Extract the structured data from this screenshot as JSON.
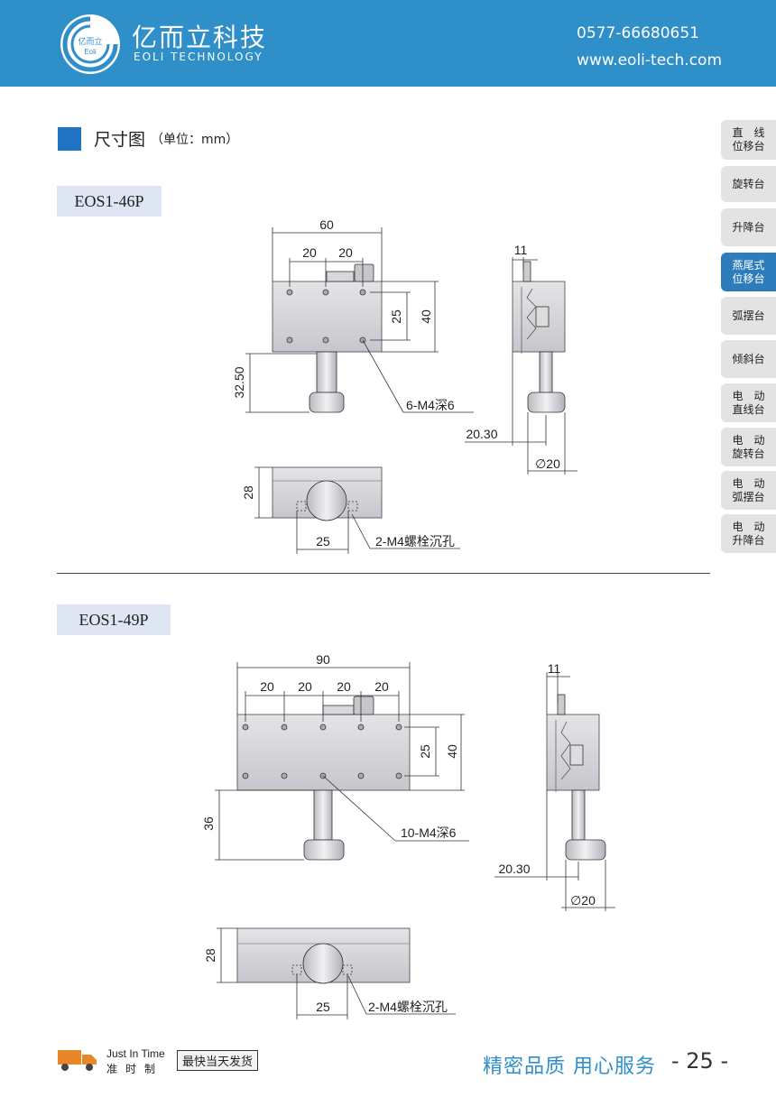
{
  "header": {
    "brand_cn": "亿而立科技",
    "brand_en": "EOLI TECHNOLOGY",
    "logo_text_cn": "亿而立",
    "logo_text_en": "Eoli",
    "phone": "0577-66680651",
    "website": "www.eoli-tech.com"
  },
  "section": {
    "title": "尺寸图",
    "unit": "（单位：mm）"
  },
  "side_nav": [
    {
      "line1": "直　线",
      "line2": "位移台",
      "active": false
    },
    {
      "line1": "旋转台",
      "line2": "",
      "active": false
    },
    {
      "line1": "升降台",
      "line2": "",
      "active": false
    },
    {
      "line1": "燕尾式",
      "line2": "位移台",
      "active": true
    },
    {
      "line1": "弧摆台",
      "line2": "",
      "active": false
    },
    {
      "line1": "倾斜台",
      "line2": "",
      "active": false
    },
    {
      "line1": "电　动",
      "line2": "直线台",
      "active": false
    },
    {
      "line1": "电　动",
      "line2": "旋转台",
      "active": false
    },
    {
      "line1": "电　动",
      "line2": "弧摆台",
      "active": false
    },
    {
      "line1": "电　动",
      "line2": "升降台",
      "active": false
    }
  ],
  "models": [
    {
      "name": "EOS1-46P",
      "dims": {
        "width": "60",
        "pitch_a": "20",
        "pitch_b": "20",
        "hole_spacing": "25",
        "height": "40",
        "knob_drop": "32.50",
        "holes_note": "6-M4深6",
        "side_top": "11",
        "side_offset": "20.30",
        "knob_dia": "∅20",
        "bottom_height": "28",
        "bottom_spacing": "25",
        "bolts_note": "2-M4螺栓沉孔"
      }
    },
    {
      "name": "EOS1-49P",
      "dims": {
        "width": "90",
        "pitch_a": "20",
        "pitch_b": "20",
        "pitch_c": "20",
        "pitch_d": "20",
        "hole_spacing": "25",
        "height": "40",
        "knob_drop": "36",
        "holes_note": "10-M4深6",
        "side_top": "11",
        "side_offset": "20.30",
        "knob_dia": "∅20",
        "bottom_height": "28",
        "bottom_spacing": "25",
        "bolts_note": "2-M4螺栓沉孔"
      }
    }
  ],
  "footer": {
    "jit_en": "Just In Time",
    "jit_cn": "准时制",
    "fast": "最快当天发货",
    "slogan": "精密品质 用心服务",
    "page_number": "- 25 -"
  },
  "colors": {
    "header_bg": "#2f8fc8",
    "accent": "#1f73c2",
    "nav_active": "#2d7dbd",
    "model_tag_bg": "#dde6f2"
  }
}
